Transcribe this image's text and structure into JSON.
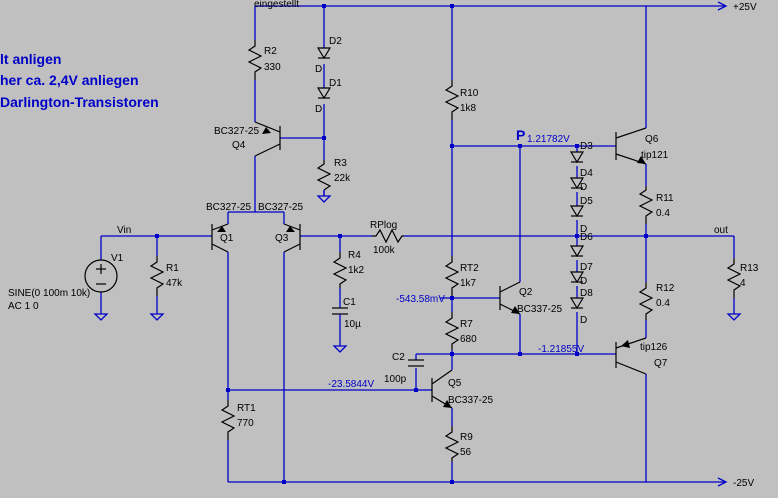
{
  "notes": {
    "line1": "lt anligen",
    "line2": "her ca. 2,4V anliegen",
    "line3": " Darlington-Transistoren"
  },
  "nets": {
    "eingestellt": "eingestellt",
    "vin": "Vin",
    "out": "out",
    "p": "P",
    "vpos": "+25V",
    "vneg": "-25V"
  },
  "voltages": {
    "p": "1.21782V",
    "rt2": "-543.58mV",
    "c2": "-23.5844V",
    "q7": "-1.21855V"
  },
  "components": {
    "r2": {
      "name": "R2",
      "value": "330"
    },
    "d2": {
      "name": "D2",
      "value": "D"
    },
    "d1": {
      "name": "D1",
      "value": "D"
    },
    "q4": {
      "model": "BC327-25",
      "name": "Q4"
    },
    "r3": {
      "name": "R3",
      "value": "22k"
    },
    "r10": {
      "name": "R10",
      "value": "1k8"
    },
    "q6": {
      "name": "Q6",
      "model": "tip121"
    },
    "d3": {
      "name": "D3"
    },
    "d4": {
      "name": "D4",
      "value": "D"
    },
    "d5": {
      "name": "D5",
      "value": "D"
    },
    "d6": {
      "name": "D6"
    },
    "d7": {
      "name": "D7",
      "value": "D"
    },
    "d8": {
      "name": "D8",
      "value": "D"
    },
    "r11": {
      "name": "R11",
      "value": "0.4"
    },
    "q1": {
      "model": "BC327-25",
      "name": "Q1"
    },
    "q3": {
      "model": "BC327-25",
      "name": "Q3"
    },
    "rplog": {
      "name": "RPlog",
      "value": "100k"
    },
    "v1": {
      "name": "V1",
      "value1": "SINE(0 100m 10k)",
      "value2": "AC 1 0"
    },
    "r1": {
      "name": "R1",
      "value": "47k"
    },
    "r4": {
      "name": "R4",
      "value": "1k2"
    },
    "c1": {
      "name": "C1",
      "value": "10µ"
    },
    "rt2": {
      "name": "RT2",
      "value": "1k7"
    },
    "q2": {
      "name": "Q2",
      "model": "BC337-25"
    },
    "r13": {
      "name": "R13",
      "value": "4"
    },
    "r12": {
      "name": "R12",
      "value": "0.4"
    },
    "r7": {
      "name": "R7",
      "value": "680"
    },
    "c2": {
      "name": "C2",
      "value": "100p"
    },
    "q7": {
      "model": "tip126",
      "name": "Q7"
    },
    "q5": {
      "name": "Q5",
      "model": "BC337-25"
    },
    "rt1": {
      "name": "RT1",
      "value": "770"
    },
    "r9": {
      "name": "R9",
      "value": "56"
    }
  }
}
